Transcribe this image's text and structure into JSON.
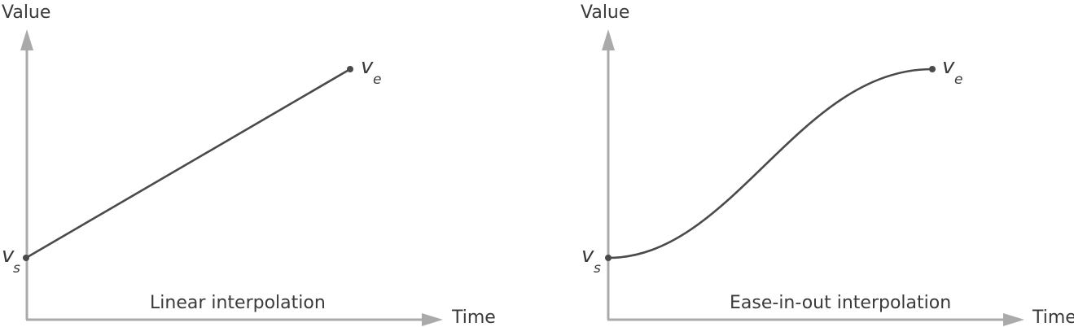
{
  "panels": [
    {
      "caption": "Linear interpolation",
      "y_axis_label": "Value",
      "x_axis_label": "Time",
      "start_point": {
        "var": "v",
        "sub": "s"
      },
      "end_point": {
        "var": "v",
        "sub": "e"
      }
    },
    {
      "caption": "Ease-in-out interpolation",
      "y_axis_label": "Value",
      "x_axis_label": "Time",
      "start_point": {
        "var": "v",
        "sub": "s"
      },
      "end_point": {
        "var": "v",
        "sub": "e"
      }
    }
  ],
  "colors": {
    "axis": "#aaaaaa",
    "curve": "#4a4a4a",
    "text": "#3a3a3a"
  }
}
